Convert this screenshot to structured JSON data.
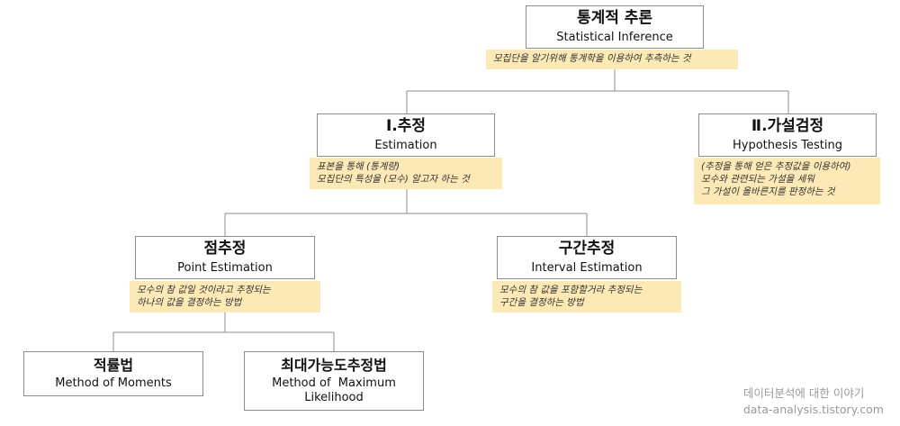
{
  "root": {
    "title_ko": "통계적 추론",
    "title_en": "Statistical Inference",
    "note": [
      "모집단을 알기위해 통계학을 이용하여 추측하는 것"
    ]
  },
  "estimation": {
    "title_ko": "Ⅰ.추정",
    "title_en": "Estimation",
    "note": [
      "표본을 통해 (통계량)",
      "모집단의 특성을 (모수) 알고자 하는 것"
    ]
  },
  "hypothesis": {
    "title_ko": "Ⅱ.가설검정",
    "title_en": "Hypothesis Testing",
    "note": [
      "(추정을 통해 얻은 추정값을 이용하여)",
      "모수와 관련되는 가설을 세워",
      "그 가설이 올바른지를 판정하는 것"
    ]
  },
  "point": {
    "title_ko": "점추정",
    "title_en": "Point Estimation",
    "note": [
      "모수의 참 값일 것이라고 추정되는",
      "하나의 값을 결정하는 방법"
    ]
  },
  "interval": {
    "title_ko": "구간추정",
    "title_en": "Interval Estimation",
    "note": [
      "모수의 참 값을 포함할거라 추정되는",
      "구간을 결정하는 방법"
    ]
  },
  "moments": {
    "title_ko": "적률법",
    "title_en": "Method of Moments"
  },
  "mle": {
    "title_ko": "최대가능도추정법",
    "title_en_line1": "Method of  Maximum",
    "title_en_line2": "Likelihood"
  },
  "watermark": {
    "line1": "데이터분석에 대한 이야기",
    "line2": "data-analysis.tistory.com"
  },
  "colors": {
    "box_border": "#8c8c8c",
    "note_bg": "#fde9b6",
    "connector": "#8c8c8c"
  }
}
